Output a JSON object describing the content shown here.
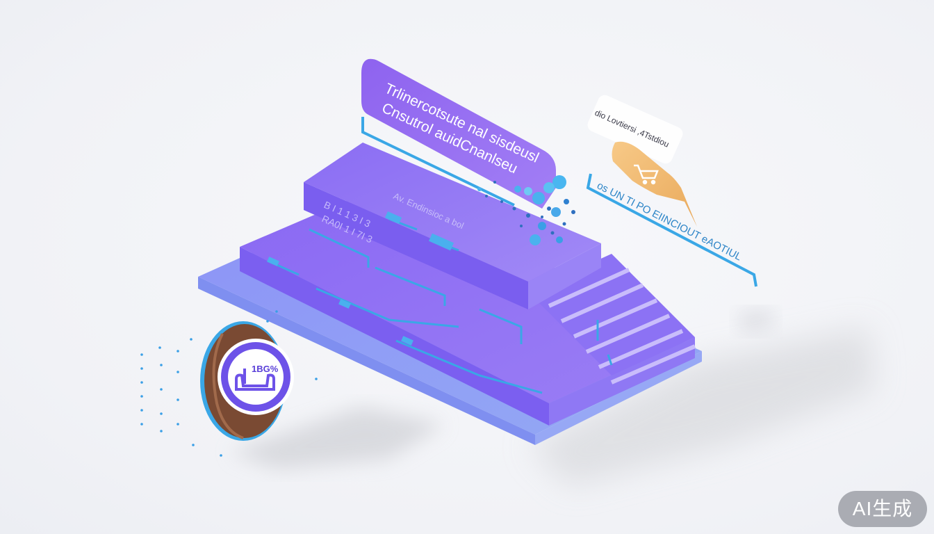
{
  "banner": {
    "line1": "Trlinercotsute nal sisdeusl",
    "line2": "Cnsutrol auidCnanlseu"
  },
  "top_block": {
    "label": "Av. Endinsioc a bol",
    "side_code_1": "B I 1 1 3 I 3",
    "side_code_2": "RA0I 1 I 7I 3"
  },
  "right_tag": {
    "title": "dio Lovtiersi ,4Tstdiou"
  },
  "right_annotation": {
    "text": "os UN TI PO EIINCIOUT eAOTIUL"
  },
  "coin_badge": {
    "percent": "1BG%"
  },
  "watermark": {
    "text": "AI生成"
  },
  "colors": {
    "accent_purple": "#8b6af2",
    "step_purple": "#7d67ee",
    "base_blue": "#8c9ef6",
    "cyan_line": "#3aa7e6",
    "tag_orange": "#f2b870",
    "coin_brown": "#7a4a33"
  }
}
